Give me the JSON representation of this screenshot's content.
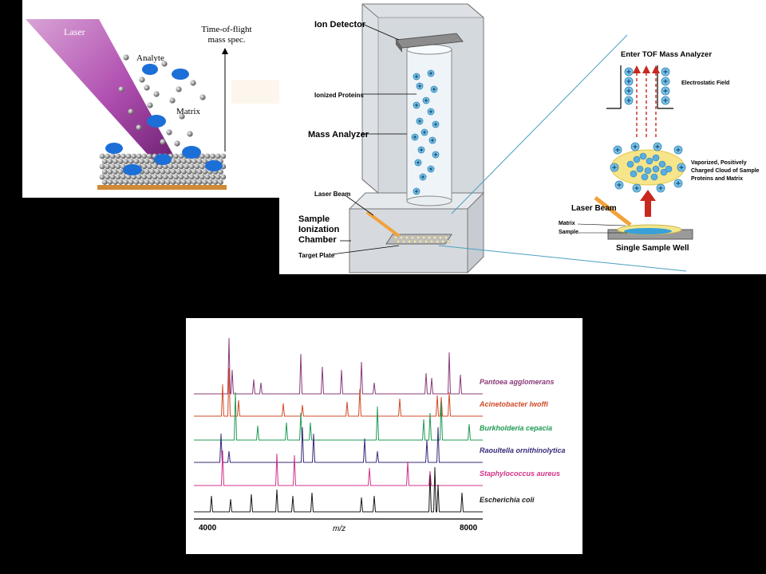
{
  "panel_a": {
    "laser": "Laser",
    "analyte": "Analyte",
    "matrix": "Matrix",
    "tof_line1": "Time-of-flight",
    "tof_line2": "mass spec."
  },
  "panel_b": {
    "ion_detector": "Ion Detector",
    "ionized_proteins": "Ionized Proteins",
    "mass_analyzer": "Mass Analyzer",
    "laser_beam_small": "Laser Beam",
    "sample_ionization_chamber": [
      "Sample",
      "Ionization",
      "Chamber"
    ],
    "target_plate": "Target Plate",
    "enter_tof": "Enter TOF Mass Analyzer",
    "electrostatic_field": "Electrostatic Field",
    "vaporized": [
      "Vaporized, Positively",
      "Charged Cloud of Sample",
      "Proteins and Matrix"
    ],
    "laser_beam": "Laser Beam",
    "matrix": "Matrix",
    "sample": "Sample",
    "single_sample_well": "Single Sample Well"
  },
  "spectra": {
    "xlabel": "m/z",
    "xmin_label": "4000",
    "xmax_label": "8000",
    "series": [
      {
        "name": "Pantoea agglomerans",
        "color": "#8a3a7a"
      },
      {
        "name": "Acinetobacter lwoffi",
        "color": "#d24a26"
      },
      {
        "name": "Burkholderia cepacia",
        "color": "#1f9a55"
      },
      {
        "name": "Raoultella ornithinolytica",
        "color": "#3a2a7a"
      },
      {
        "name": "Staphylococcus aureus",
        "color": "#d1328a"
      },
      {
        "name": "Escherichia coli",
        "color": "#1a1a1a"
      }
    ]
  }
}
